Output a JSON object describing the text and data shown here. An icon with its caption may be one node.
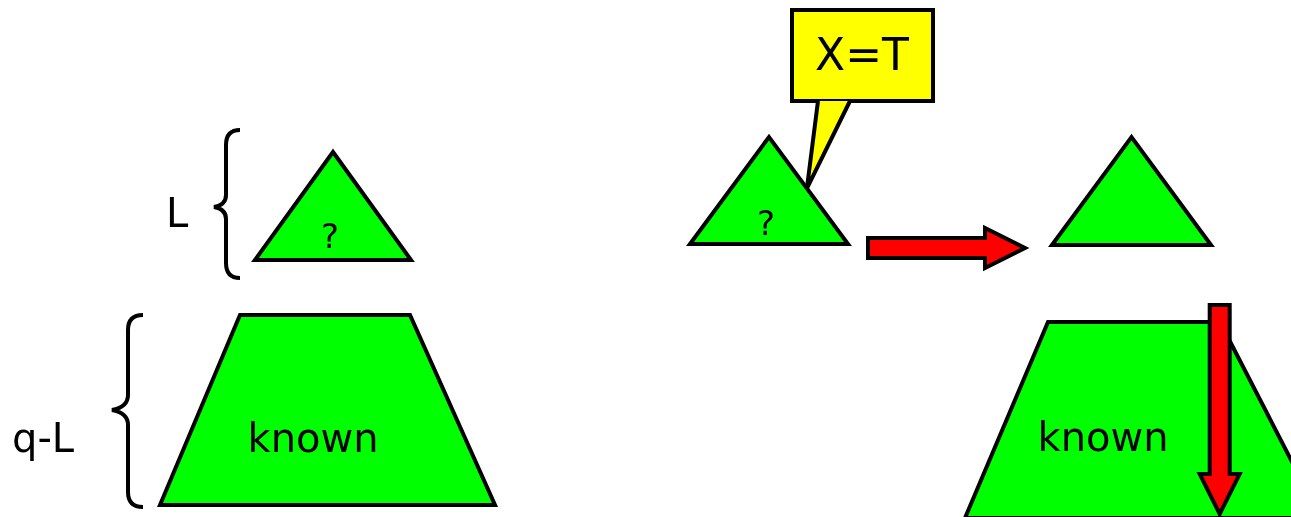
{
  "diagram": {
    "nodes": [
      {
        "text": [
          "?"
        ]
      },
      {
        "text": [
          "known"
        ]
      },
      {
        "text": [
          "?"
        ]
      },
      {
        "text": [
          "X=T"
        ]
      },
      {
        "text": [],
        "shape": "triangle"
      },
      {
        "text": [
          "known"
        ]
      }
    ],
    "edges": [
      {
        "from": 3,
        "to": 2,
        "arrow": "none"
      },
      {
        "from": 2,
        "to": 4,
        "arrow": "to",
        "style": "thick",
        "color": "#ff0000"
      },
      {
        "from": null,
        "to": 5,
        "arrow": "to",
        "style": "thick",
        "color": "#ff0000"
      }
    ],
    "labels": [
      "L",
      "q-L"
    ]
  }
}
